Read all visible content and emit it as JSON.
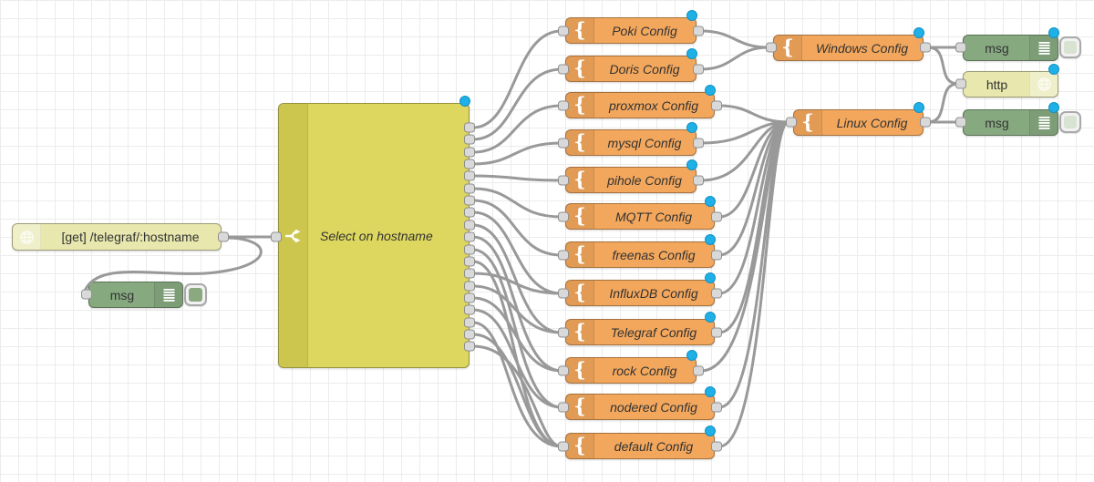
{
  "flow": {
    "http_in": {
      "label": "[get] /telegraf/:hostname",
      "method_shown": "[get]"
    },
    "debug_left": {
      "label": "msg"
    },
    "switch": {
      "label": "Select on hostname",
      "outputs": 19
    },
    "templates": [
      {
        "label": "Poki Config"
      },
      {
        "label": "Doris Config"
      },
      {
        "label": "proxmox Config"
      },
      {
        "label": "mysql Config"
      },
      {
        "label": "pihole Config"
      },
      {
        "label": "MQTT Config"
      },
      {
        "label": "freenas Config"
      },
      {
        "label": "InfluxDB Config"
      },
      {
        "label": "Telegraf Config"
      },
      {
        "label": "rock Config"
      },
      {
        "label": "nodered Config"
      },
      {
        "label": "default Config"
      }
    ],
    "windows": {
      "label": "Windows Config"
    },
    "linux": {
      "label": "Linux Config"
    },
    "debug_top": {
      "label": "msg"
    },
    "http_response": {
      "label": "http"
    },
    "debug_bottom": {
      "label": "msg"
    }
  },
  "icons": {
    "template_glyph": "{",
    "http_in_icon": "globe-icon",
    "http_response_icon": "globe-icon",
    "switch_icon": "branch-icon",
    "debug_icon": "list-lines-icon",
    "status_badge": "blue-dot"
  },
  "colors": {
    "template_node": "#f3a75c",
    "switch_node": "#ddd75f",
    "switch_band": "#ccc64e",
    "debug_node": "#87a980",
    "http_node": "#e7e7ae",
    "wire": "#999999",
    "port": "#d9d9d9",
    "port_border": "#8f8f8f",
    "status_dot": "#1eb0e6",
    "status_dot_border": "#1191c4",
    "grid_line": "#ececec",
    "canvas_bg": "#ffffff",
    "label_text": "#333333",
    "debug_button_on": "#8ba97f",
    "debug_button_pale": "#d8e3d1"
  }
}
